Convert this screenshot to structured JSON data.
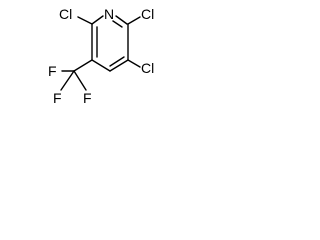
{
  "molecule": {
    "atoms": {
      "n1": "N",
      "cl2": "Cl",
      "cl3": "Cl",
      "cl6": "Cl",
      "f1": "F",
      "f2": "F",
      "f3": "F"
    },
    "colors": {
      "bond": "#000000",
      "label": "#000000",
      "background": "#ffffff"
    }
  }
}
